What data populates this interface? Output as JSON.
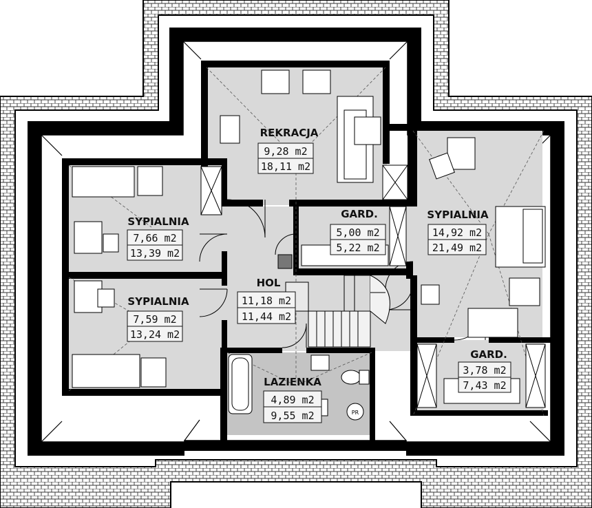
{
  "plan": {
    "colors": {
      "roof_tile_bg": "#ffffff",
      "roof_tile_line": "#333333",
      "wall": "#000000",
      "floor": "#d9d9d9",
      "bathroom_floor": "#c4c4c4",
      "furniture": "#ffffff"
    },
    "rooms": {
      "rekreacja": {
        "name": "REKRACJA",
        "area1": "9,28 m2",
        "area2": "18,11 m2"
      },
      "sypialnia_left_top": {
        "name": "SYPIALNIA",
        "area1": "7,66 m2",
        "area2": "13,39 m2"
      },
      "sypialnia_left_bottom": {
        "name": "SYPIALNIA",
        "area1": "7,59 m2",
        "area2": "13,24 m2"
      },
      "gard_center": {
        "name": "GARD.",
        "area1": "5,00 m2",
        "area2": "5,22 m2"
      },
      "sypialnia_right": {
        "name": "SYPIALNIA",
        "area1": "14,92 m2",
        "area2": "21,49 m2"
      },
      "hol": {
        "name": "HOL",
        "area1": "11,18 m2",
        "area2": "11,44 m2"
      },
      "lazienka": {
        "name": "LAZIENKA",
        "area1": "4,89 m2",
        "area2": "9,55 m2"
      },
      "gard_right": {
        "name": "GARD.",
        "area1": "3,78 m2",
        "area2": "7,43 m2"
      }
    },
    "fixtures": {
      "pr_label": "PR"
    }
  }
}
